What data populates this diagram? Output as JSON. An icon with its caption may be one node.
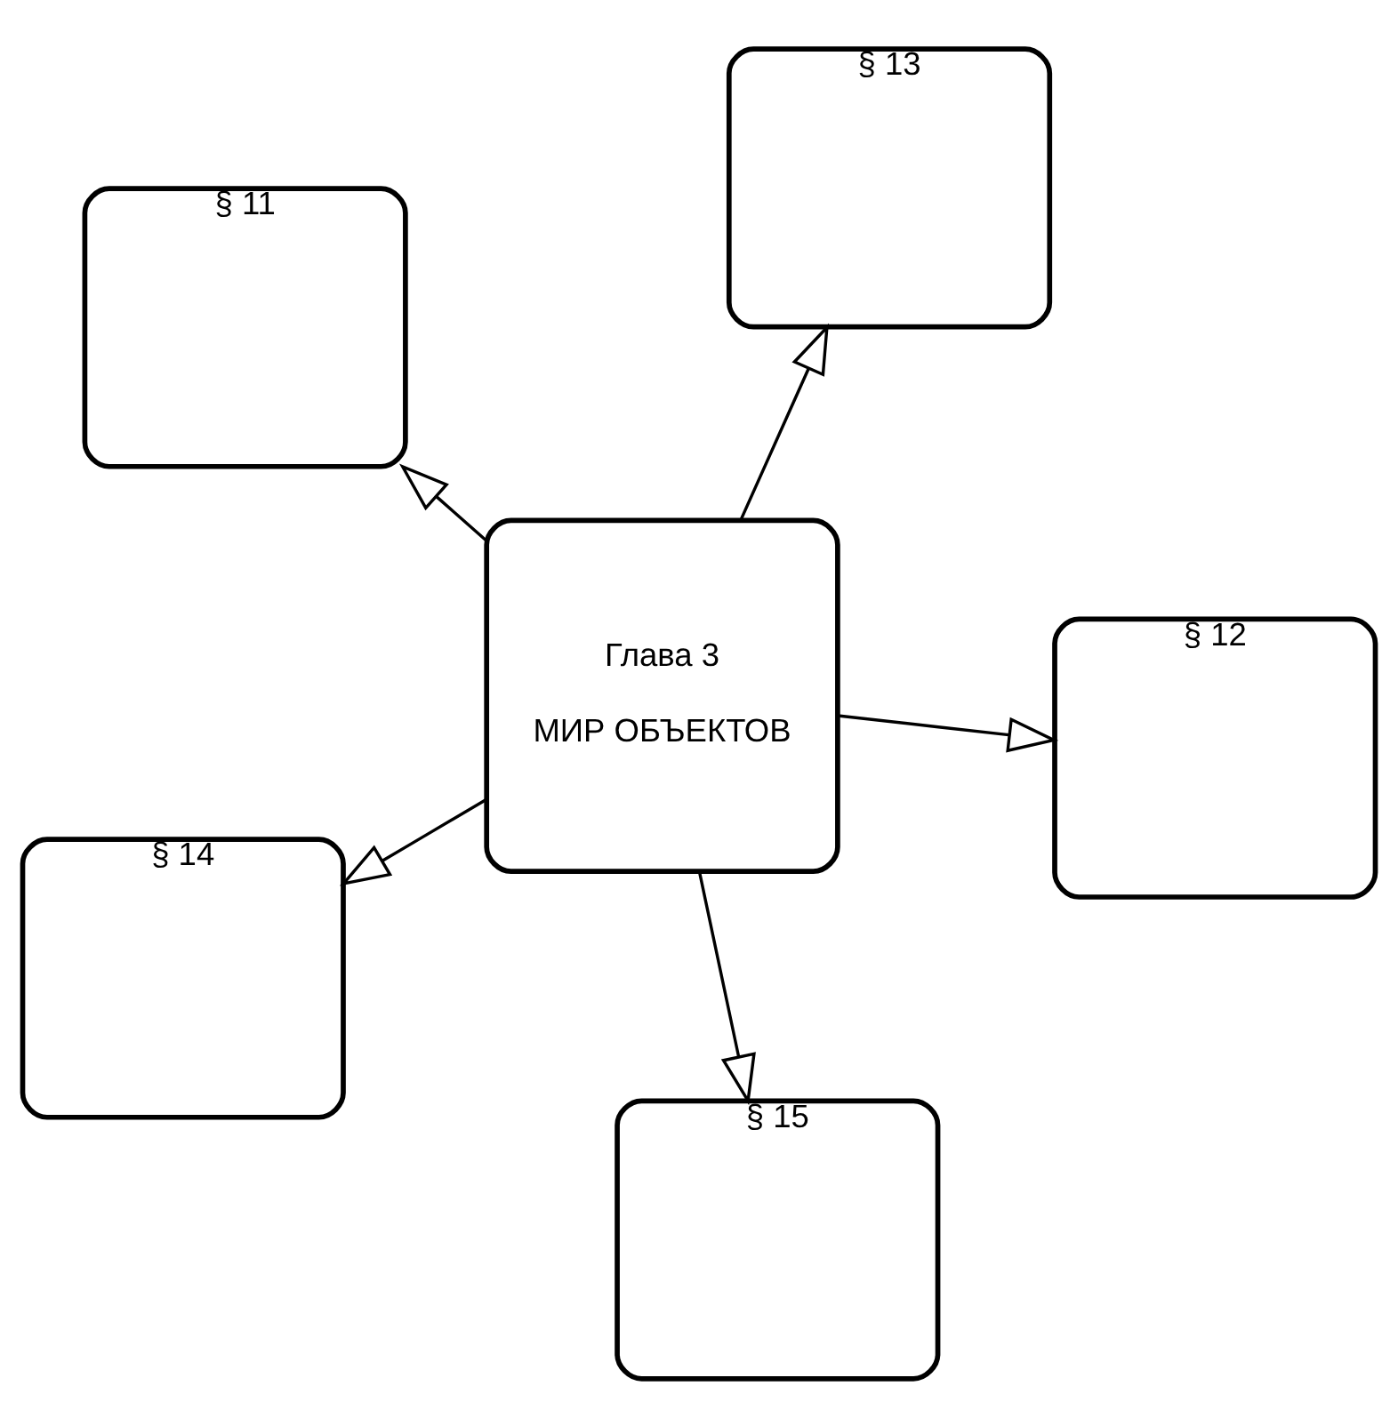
{
  "diagram": {
    "nodes": [
      {
        "text": [
          "§ 11"
        ]
      },
      {
        "text": [
          "§ 12"
        ]
      },
      {
        "text": [
          "§ 15"
        ]
      },
      {
        "text": [
          "Глава 3",
          "МИР ОБЪЕКТОВ"
        ]
      },
      {
        "text": [
          "§ 13"
        ]
      },
      {
        "text": [
          "§ 14"
        ]
      }
    ],
    "edges": [
      {
        "from": 3,
        "to": 0,
        "arrow": "to"
      },
      {
        "from": 3,
        "to": 1,
        "arrow": "to"
      },
      {
        "from": 3,
        "to": 4,
        "arrow": "to"
      },
      {
        "from": 3,
        "to": 5,
        "arrow": "to"
      },
      {
        "from": 3,
        "to": 2,
        "arrow": "to"
      }
    ]
  }
}
